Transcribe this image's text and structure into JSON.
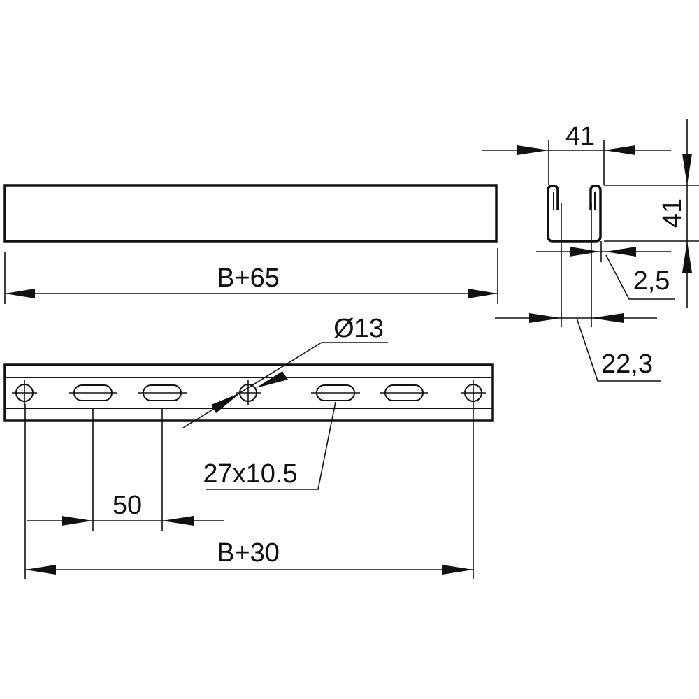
{
  "drawing": {
    "top_view": {
      "length_label": "B+65"
    },
    "profile": {
      "width_label": "41",
      "height_label": "41",
      "thickness_label": "2,5",
      "slot_opening_label": "22,3"
    },
    "bottom_view": {
      "hole_diameter_label": "Ø13",
      "slot_size_label": "27x10.5",
      "slot_pitch_label": "50",
      "hole_span_label": "B+30"
    }
  }
}
